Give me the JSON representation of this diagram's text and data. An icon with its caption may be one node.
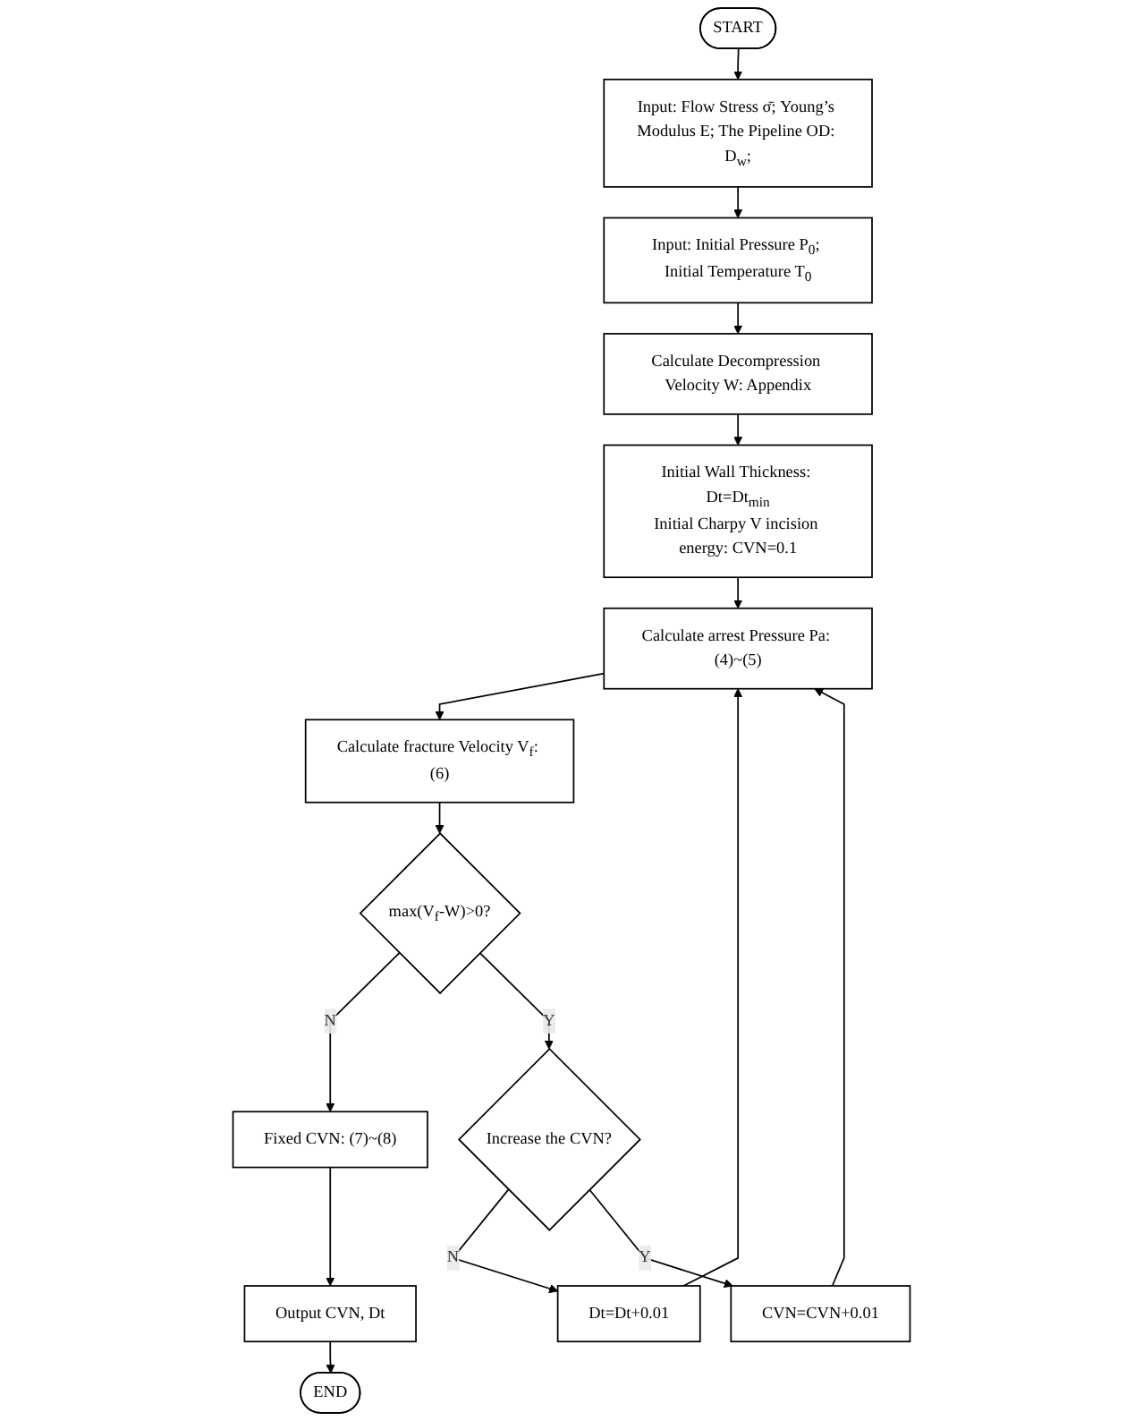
{
  "diagram": {
    "nodes": [
      {
        "text": [
          "START"
        ]
      },
      {
        "text": [
          "Input: Flow Stress σ̄; Young’s Modulus E; The Pipeline OD: D$_{w}$;"
        ]
      },
      {
        "text": [
          "Input: Initial Pressure P$_{0}$; Initial Temperature T$_{0}$"
        ]
      },
      {
        "text": [
          "Calculate Decompression Velocity W: Appendix"
        ]
      },
      {
        "text": [
          "Initial Wall Thickness: Dt=Dt$_{min}$",
          "Initial Charpy V incision energy: CVN=0.1"
        ]
      },
      {
        "text": [
          "Calculate arrest Pressure Pa: (4)~(5)"
        ]
      },
      {
        "text": [
          "Calculate fracture Velocity V$_{f}$: (6)"
        ]
      },
      {
        "text": [
          "max(V$_{f}$-W)>0?"
        ]
      },
      {
        "text": [
          "Fixed CVN: (7)~(8)"
        ]
      },
      {
        "text": [
          "Increase the CVN?"
        ]
      },
      {
        "text": [
          "Dt=Dt+0.01"
        ]
      },
      {
        "text": [
          "Output CVN, Dt"
        ]
      },
      {
        "text": [
          "CVN=CVN+0.01"
        ]
      },
      {
        "text": [
          "END"
        ]
      }
    ],
    "edges": [
      {
        "from": 0,
        "to": 1,
        "arrow": "to"
      },
      {
        "from": 1,
        "to": 2,
        "arrow": "to"
      },
      {
        "from": 2,
        "to": 3,
        "arrow": "to"
      },
      {
        "from": 3,
        "to": 4,
        "arrow": "to"
      },
      {
        "from": 4,
        "to": 5,
        "arrow": "to"
      },
      {
        "from": 5,
        "to": 6,
        "arrow": "to"
      },
      {
        "from": 6,
        "to": 7,
        "arrow": "to"
      },
      {
        "from": 7,
        "to": 8,
        "arrow": "to",
        "label": "N"
      },
      {
        "from": 7,
        "to": 9,
        "arrow": "to",
        "label": "Y"
      },
      {
        "from": 9,
        "to": 10,
        "arrow": "to",
        "label": "N"
      },
      {
        "from": 9,
        "to": 12,
        "arrow": "to",
        "label": "Y"
      },
      {
        "from": 8,
        "to": 11,
        "arrow": "to"
      },
      {
        "from": 11,
        "to": 13,
        "arrow": "to"
      },
      {
        "from": 10,
        "to": 5,
        "arrow": "to"
      },
      {
        "from": 12,
        "to": 5,
        "arrow": "to"
      }
    ]
  }
}
